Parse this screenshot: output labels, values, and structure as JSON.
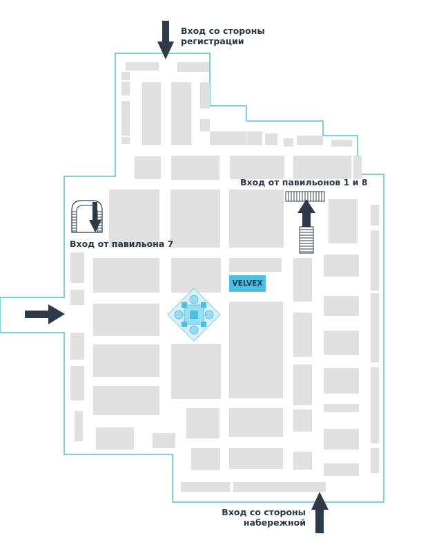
{
  "labels": {
    "entrance_registration": "Вход со стороны регистрации",
    "entrance_registration_line1": "Вход со стороны",
    "entrance_registration_line2": "регистрации",
    "entrance_pavilions_1_8": "Вход от павильонов 1 и 8",
    "entrance_pavilion_7": "Вход от павильона 7",
    "entrance_embankment_line1": "Вход со стороны",
    "entrance_embankment_line2": "набережной"
  },
  "booth": {
    "name": "VELVEX",
    "highlight": true
  },
  "icons": [
    "arrow-down-icon",
    "arrow-right-icon",
    "arrow-up-icon",
    "stairs-icon",
    "escalator-icon",
    "fountain-icon"
  ],
  "colors": {
    "outline": "#56bfd6",
    "booth_fill": "#e0e0e0",
    "highlight_fill": "#4cc0e0",
    "arrow": "#2e3a47",
    "text": "#2a3845",
    "fountain": "#7fd0ea"
  }
}
